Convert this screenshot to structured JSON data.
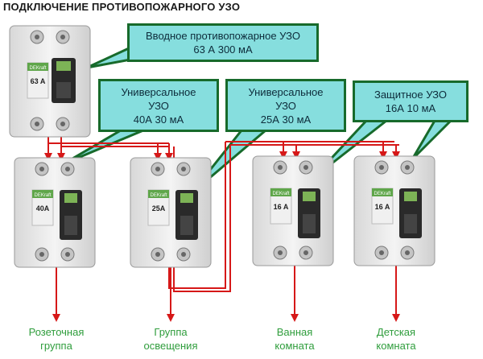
{
  "title": "ПОДКЛЮЧЕНИЕ ПРОТИВОПОЖАРНОГО УЗО",
  "callouts": {
    "main": {
      "line1": "Вводное противопожарное УЗО",
      "line2": "63 А 300 мА"
    },
    "universal_1": {
      "line1": "Универсальное",
      "line2": "УЗО",
      "line3": "40А 30 мА"
    },
    "universal_2": {
      "line1": "Универсальное",
      "line2": "УЗО",
      "line3": "25А 30 мА"
    },
    "protective": {
      "line1": "Защитное УЗО",
      "line2": "16А 10 мА"
    }
  },
  "devices": {
    "main": {
      "rating": "63 A",
      "brand": "DEKraft"
    },
    "d1": {
      "rating": "40A",
      "brand": "DEKraft"
    },
    "d2": {
      "rating": "25A",
      "brand": "DEKraft"
    },
    "d3": {
      "rating": "16 A",
      "brand": "DEKraft"
    },
    "d4": {
      "rating": "16 A",
      "brand": "DEKraft"
    }
  },
  "outputs": {
    "o1": {
      "line1": "Розеточная",
      "line2": "группа"
    },
    "o2": {
      "line1": "Группа",
      "line2": "освещения"
    },
    "o3": {
      "line1": "Ванная",
      "line2": "комната"
    },
    "o4": {
      "line1": "Детская",
      "line2": "комната"
    }
  },
  "colors": {
    "wire": "#d61818",
    "callout_fill": "#86dede",
    "callout_border": "#176a2b",
    "label_text": "#2f9d3c"
  }
}
